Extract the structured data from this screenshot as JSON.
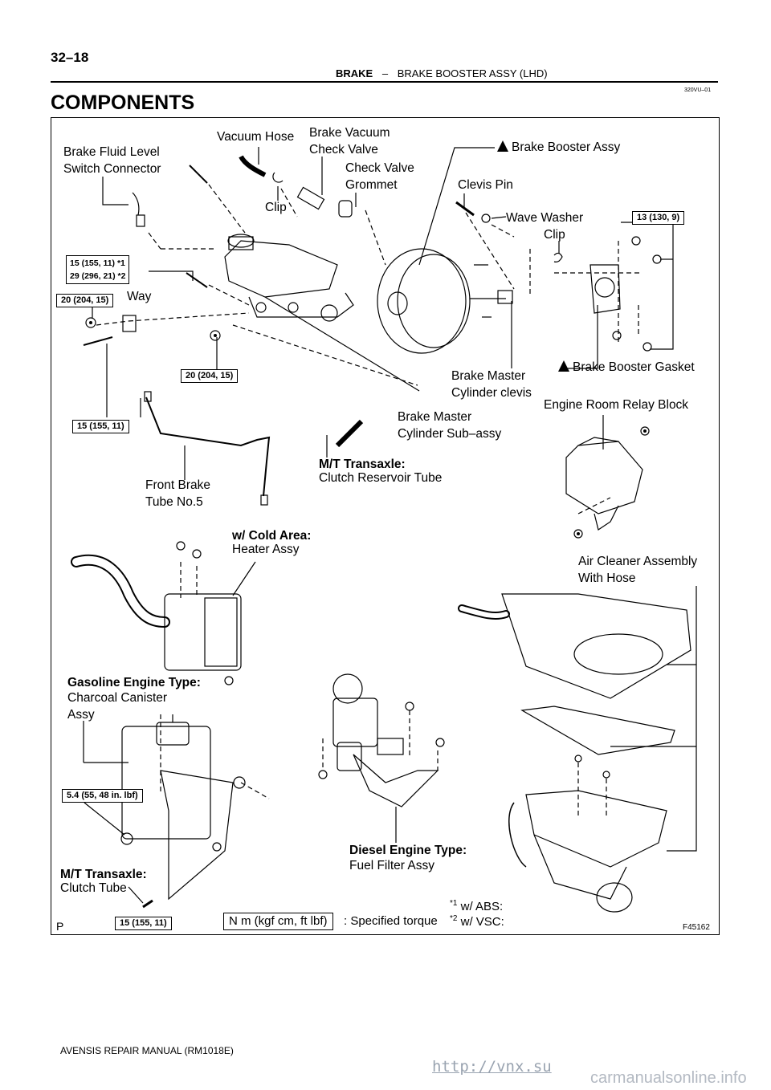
{
  "header": {
    "page_number": "32–18",
    "section": "BRAKE",
    "separator": "–",
    "subsection": "BRAKE BOOSTER ASSY (LHD)",
    "doc_code": "320VU–01"
  },
  "title": "COMPONENTS",
  "labels": {
    "vacuum_hose": "Vacuum Hose",
    "brake_vacuum_check_valve_1": "Brake Vacuum",
    "brake_vacuum_check_valve_2": "Check Valve",
    "brake_fluid_level_1": "Brake Fluid Level",
    "brake_fluid_level_2": "Switch Connector",
    "check_valve_grommet_1": "Check Valve",
    "check_valve_grommet_2": "Grommet",
    "brake_booster_assy": "Brake Booster Assy",
    "clevis_pin": "Clevis Pin",
    "clip_1": "Clip",
    "wave_washer": "Wave Washer",
    "clip_2": "Clip",
    "way": "Way",
    "brake_booster_gasket": "Brake Booster Gasket",
    "bm_clevis_1": "Brake Master",
    "bm_clevis_2": "Cylinder clevis",
    "engine_room_relay": "Engine Room Relay Block",
    "bm_sub_1": "Brake Master",
    "bm_sub_2": "Cylinder Sub–assy",
    "mt_transaxle_1": "M/T Transaxle:",
    "clutch_reservoir": "Clutch Reservoir Tube",
    "front_brake_1": "Front Brake",
    "front_brake_2": "Tube No.5",
    "cold_area": "w/ Cold Area:",
    "heater_assy": "Heater Assy",
    "air_cleaner_1": "Air Cleaner Assembly",
    "air_cleaner_2": "With Hose",
    "gasoline_type": "Gasoline Engine Type:",
    "charcoal_1": "Charcoal Canister",
    "charcoal_2": "Assy",
    "diesel_type": "Diesel Engine Type:",
    "fuel_filter": "Fuel Filter Assy",
    "mt_transaxle_2": "M/T Transaxle:",
    "clutch_tube": "Clutch Tube"
  },
  "torques": {
    "t_13_130_9": "13 (130, 9)",
    "t_15_155_11_abs": "15 (155, 11) *1",
    "t_29_296_21_vsc": "29 (296, 21) *2",
    "t_20_204_15_a": "20 (204, 15)",
    "t_20_204_15_b": "20 (204, 15)",
    "t_15_155_11_a": "15 (155, 11)",
    "t_5_4": "5.4 (55, 48 in. lbf)",
    "t_15_155_11_b": "15 (155, 11)"
  },
  "legend": {
    "unit_box": "N m (kgf cm, ft lbf)",
    "unit_text": ": Specified torque",
    "note1_mark": "*1",
    "note1_text": "w/ ABS:",
    "note2_mark": "*2",
    "note2_text": "w/ VSC:"
  },
  "figure": {
    "corner_letter": "P",
    "figure_id": "F45162"
  },
  "footer": {
    "manual": "AVENSIS REPAIR MANUAL   (RM1018E)",
    "url": "http://vnx.su",
    "site": "carmanualsonline.info"
  }
}
